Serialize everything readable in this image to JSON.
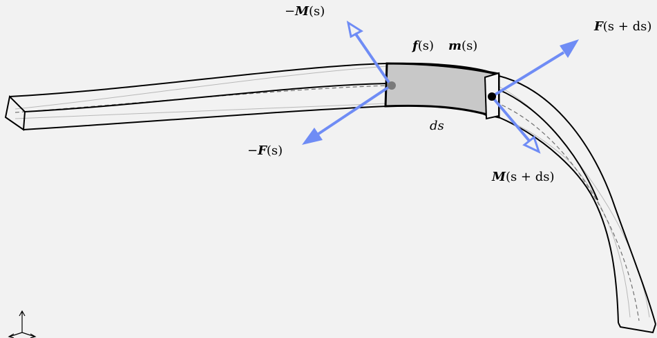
{
  "colors": {
    "background": "#f2f2f2",
    "arrow": "#6f8cf5",
    "element_fill": "#c8c8c8",
    "element_top": "#8a8a8a",
    "rod_outline": "#000000",
    "guide_line": "#b8b8b8",
    "centerline": "#707070"
  },
  "labels": {
    "neg_moment": {
      "sign": "−",
      "sym": "M",
      "arg": "(s)"
    },
    "neg_force": {
      "sign": "−",
      "sym": "F",
      "arg": "(s)"
    },
    "force_plus": {
      "sym": "F",
      "arg": "(s + ds)"
    },
    "moment_plus": {
      "sym": "M",
      "arg": "(s + ds)"
    },
    "dist_force": {
      "sym": "f",
      "arg": "(s)"
    },
    "dist_moment": {
      "sym": "m",
      "arg": "(s)"
    },
    "ds": "ds"
  },
  "icons": [
    "axes-icon"
  ]
}
